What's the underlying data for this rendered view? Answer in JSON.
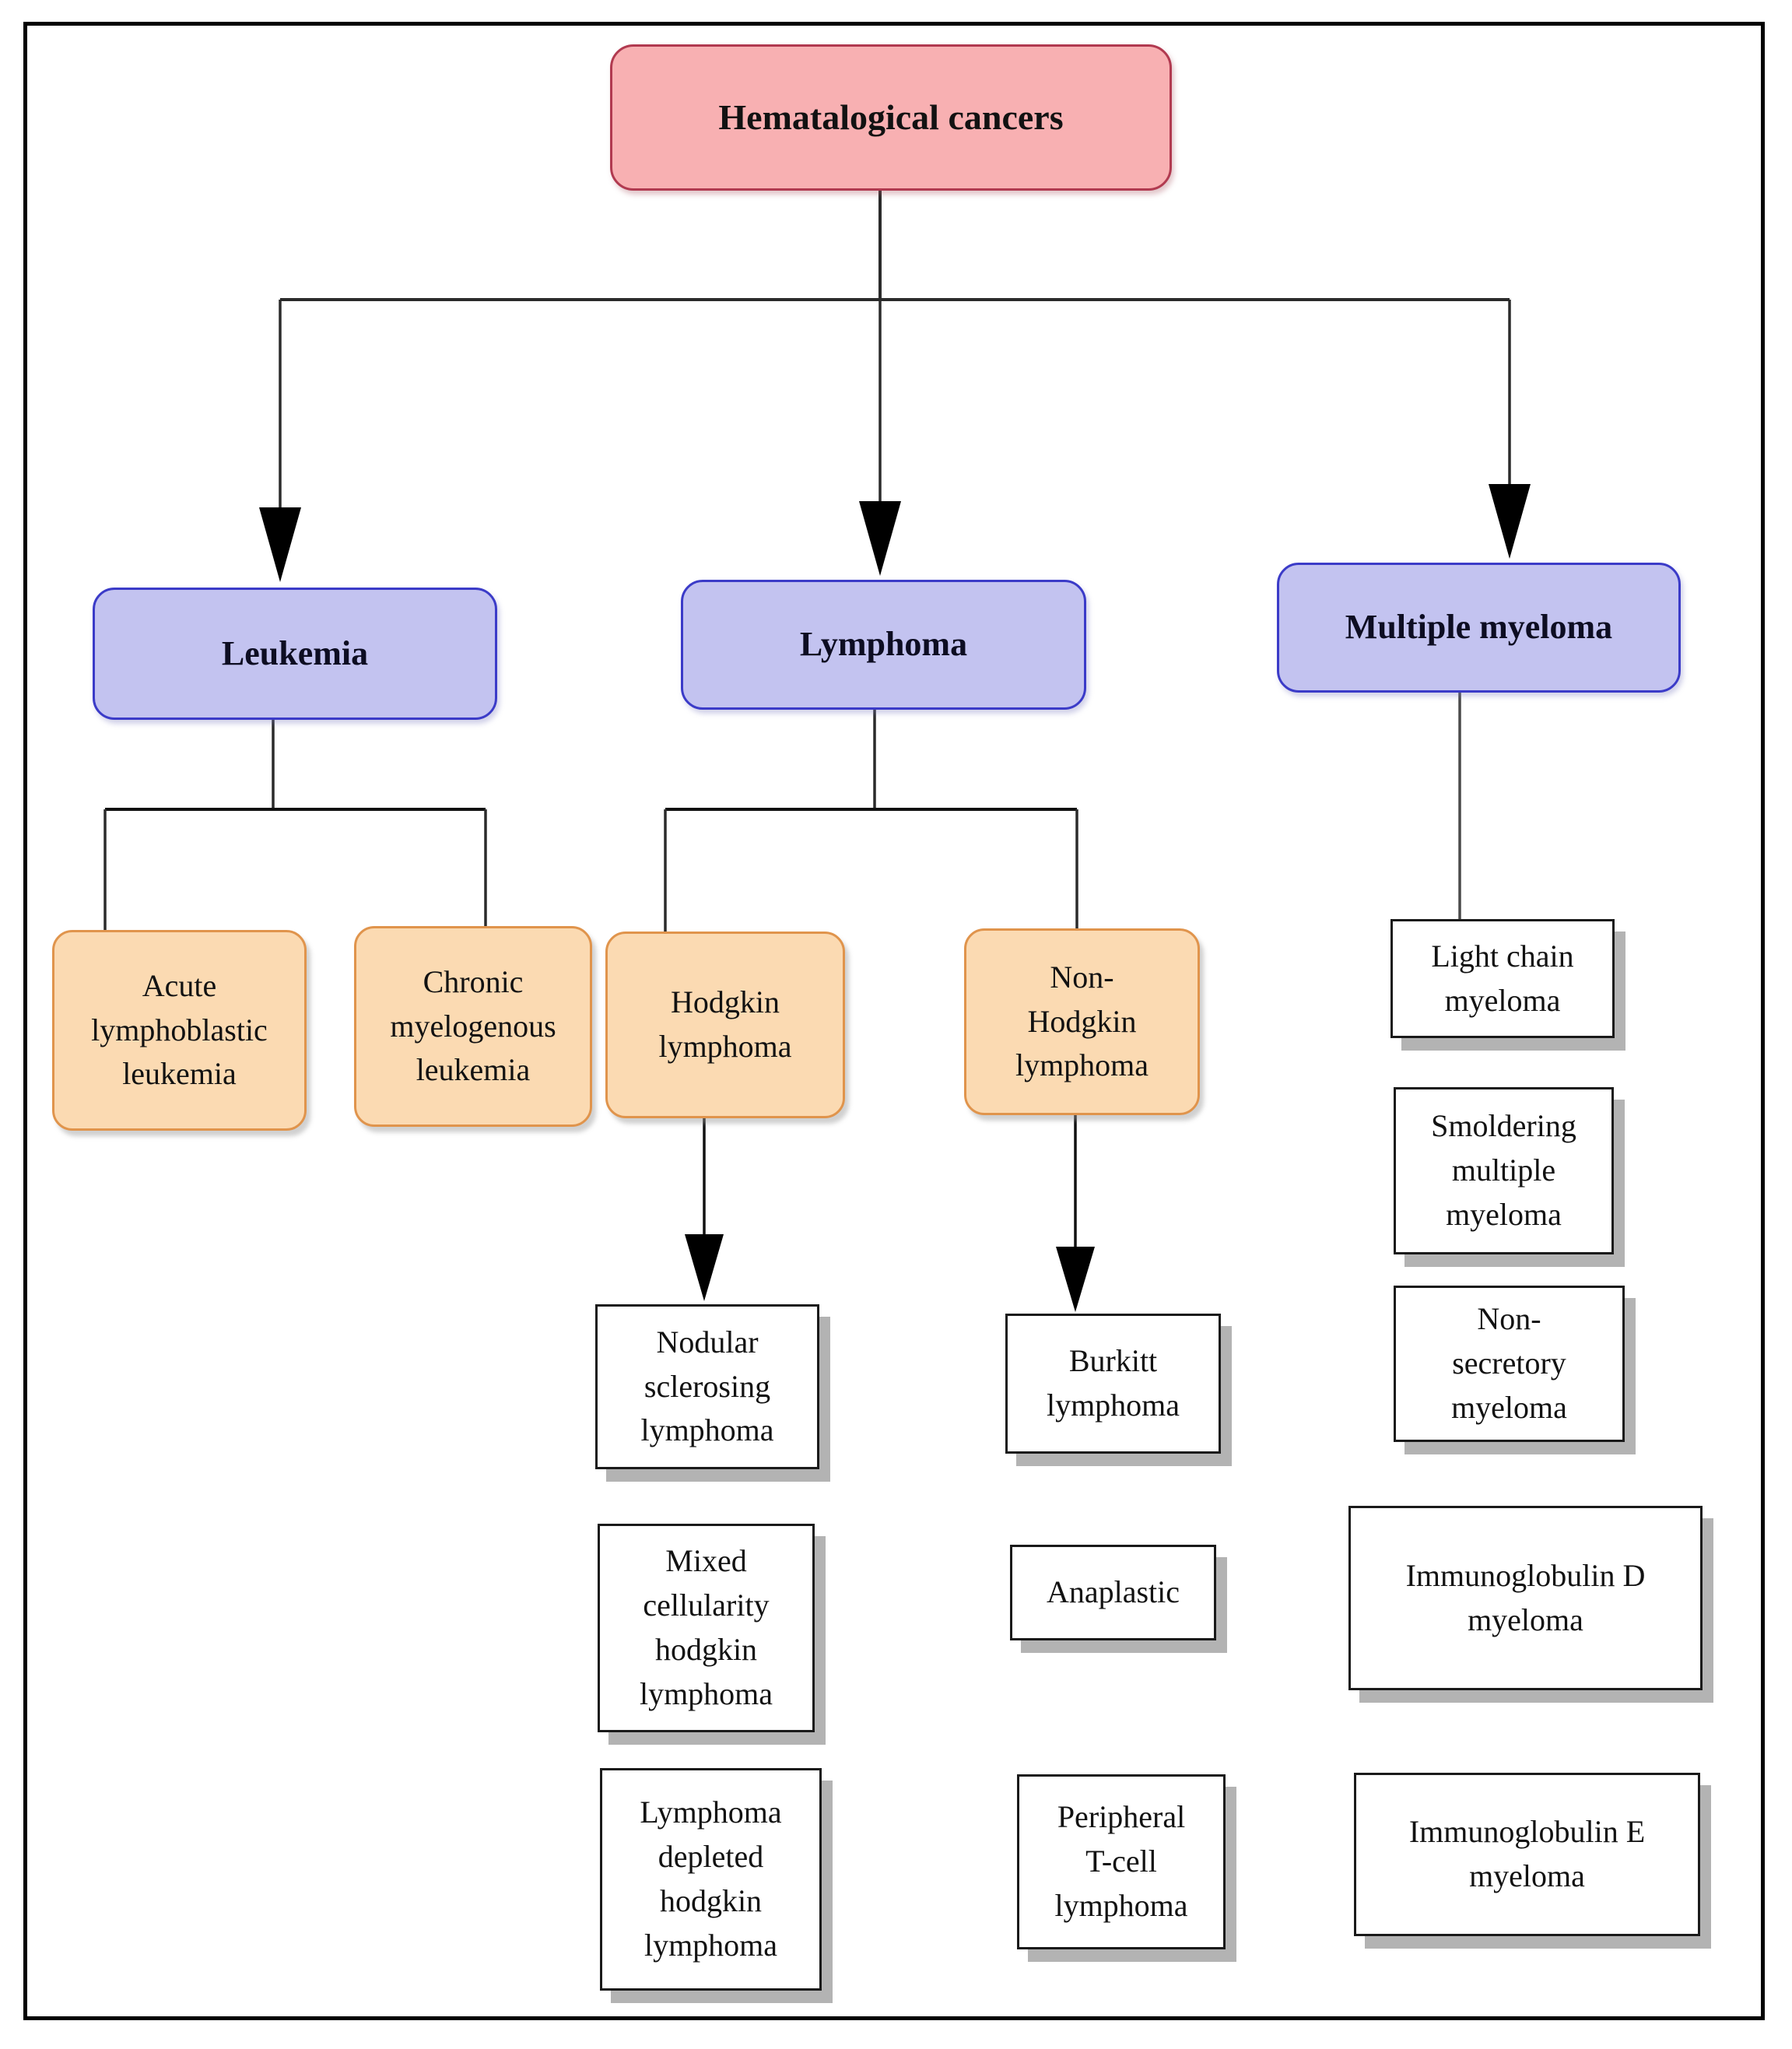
{
  "diagram": {
    "title": "Hematological cancers classification flowchart",
    "colors": {
      "root_fill": "#f8b0b2",
      "root_border": "#b13a50",
      "branch_fill": "#c3c3f0",
      "branch_border": "#3b3bc8",
      "subtype_fill": "#fbdab2",
      "subtype_border": "#e0944c",
      "leaf_fill": "#ffffff",
      "leaf_border": "#1a1a1a",
      "leaf_shadow": "#b3b3b3",
      "connector_line": "#2b2b2b",
      "arrowhead": "#000000"
    },
    "nodes": {
      "root": {
        "label": "Hematalogical cancers"
      },
      "leukemia": {
        "label": "Leukemia"
      },
      "lymphoma": {
        "label": "Lymphoma"
      },
      "myeloma": {
        "label": "Multiple myeloma"
      },
      "acute": {
        "label": "Acute\nlymphoblastic\nleukemia"
      },
      "chronic": {
        "label": "Chronic\nmyelogenous\nleukemia"
      },
      "hodgkin": {
        "label": "Hodgkin\nlymphoma"
      },
      "nonhodgkin": {
        "label": "Non-\nHodgkin\nlymphoma"
      },
      "nodular": {
        "label": "Nodular\nsclerosing\nlymphoma"
      },
      "mixed": {
        "label": "Mixed\ncellularity\nhodgkin\nlymphoma"
      },
      "depleted": {
        "label": "Lymphoma\ndepleted\nhodgkin\nlymphoma"
      },
      "burkitt": {
        "label": "Burkitt\nlymphoma"
      },
      "anaplastic": {
        "label": "Anaplastic"
      },
      "peripheral": {
        "label": "Peripheral\nT-cell\nlymphoma"
      },
      "lightchain": {
        "label": "Light chain\nmyeloma"
      },
      "smoldering": {
        "label": "Smoldering\nmultiple\nmyeloma"
      },
      "nonsecretory": {
        "label": "Non-\nsecretory\nmyeloma"
      },
      "immunoglobulin_d": {
        "label": "Immunoglobulin D\nmyeloma"
      },
      "immunoglobulin_e": {
        "label": "Immunoglobulin E\nmyeloma"
      }
    },
    "hierarchy": {
      "root": "Hematalogical cancers",
      "children": [
        {
          "name": "Leukemia",
          "children": [
            "Acute lymphoblastic leukemia",
            "Chronic myelogenous leukemia"
          ]
        },
        {
          "name": "Lymphoma",
          "children": [
            "Hodgkin lymphoma",
            "Non-Hodgkin lymphoma"
          ]
        },
        {
          "name": "Multiple myeloma",
          "children": [
            "Light chain myeloma",
            "Smoldering multiple myeloma",
            "Non-secretory myeloma",
            "Immunoglobulin D myeloma",
            "Immunoglobulin E myeloma"
          ]
        }
      ],
      "hodgkin_subtypes": [
        "Nodular sclerosing lymphoma",
        "Mixed cellularity hodgkin lymphoma",
        "Lymphoma depleted hodgkin lymphoma"
      ],
      "non_hodgkin_subtypes": [
        "Burkitt lymphoma",
        "Anaplastic",
        "Peripheral T-cell lymphoma"
      ]
    }
  }
}
